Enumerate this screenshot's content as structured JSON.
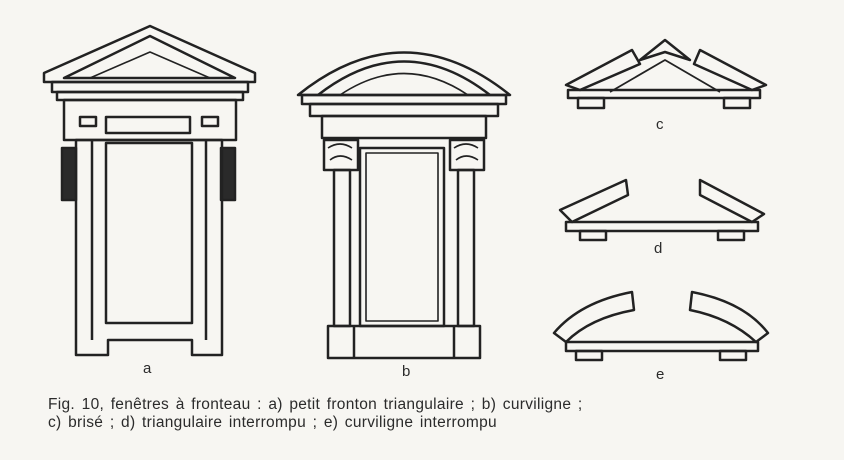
{
  "figure": {
    "labels": {
      "a": "a",
      "b": "b",
      "c": "c",
      "d": "d",
      "e": "e"
    },
    "caption": {
      "line1": "Fig. 10, fenêtres à fronteau : a) petit fronton triangulaire ; b) curviligne ;",
      "line2": "c) brisé ; d) triangulaire interrompu ; e) curviligne interrompu"
    }
  }
}
